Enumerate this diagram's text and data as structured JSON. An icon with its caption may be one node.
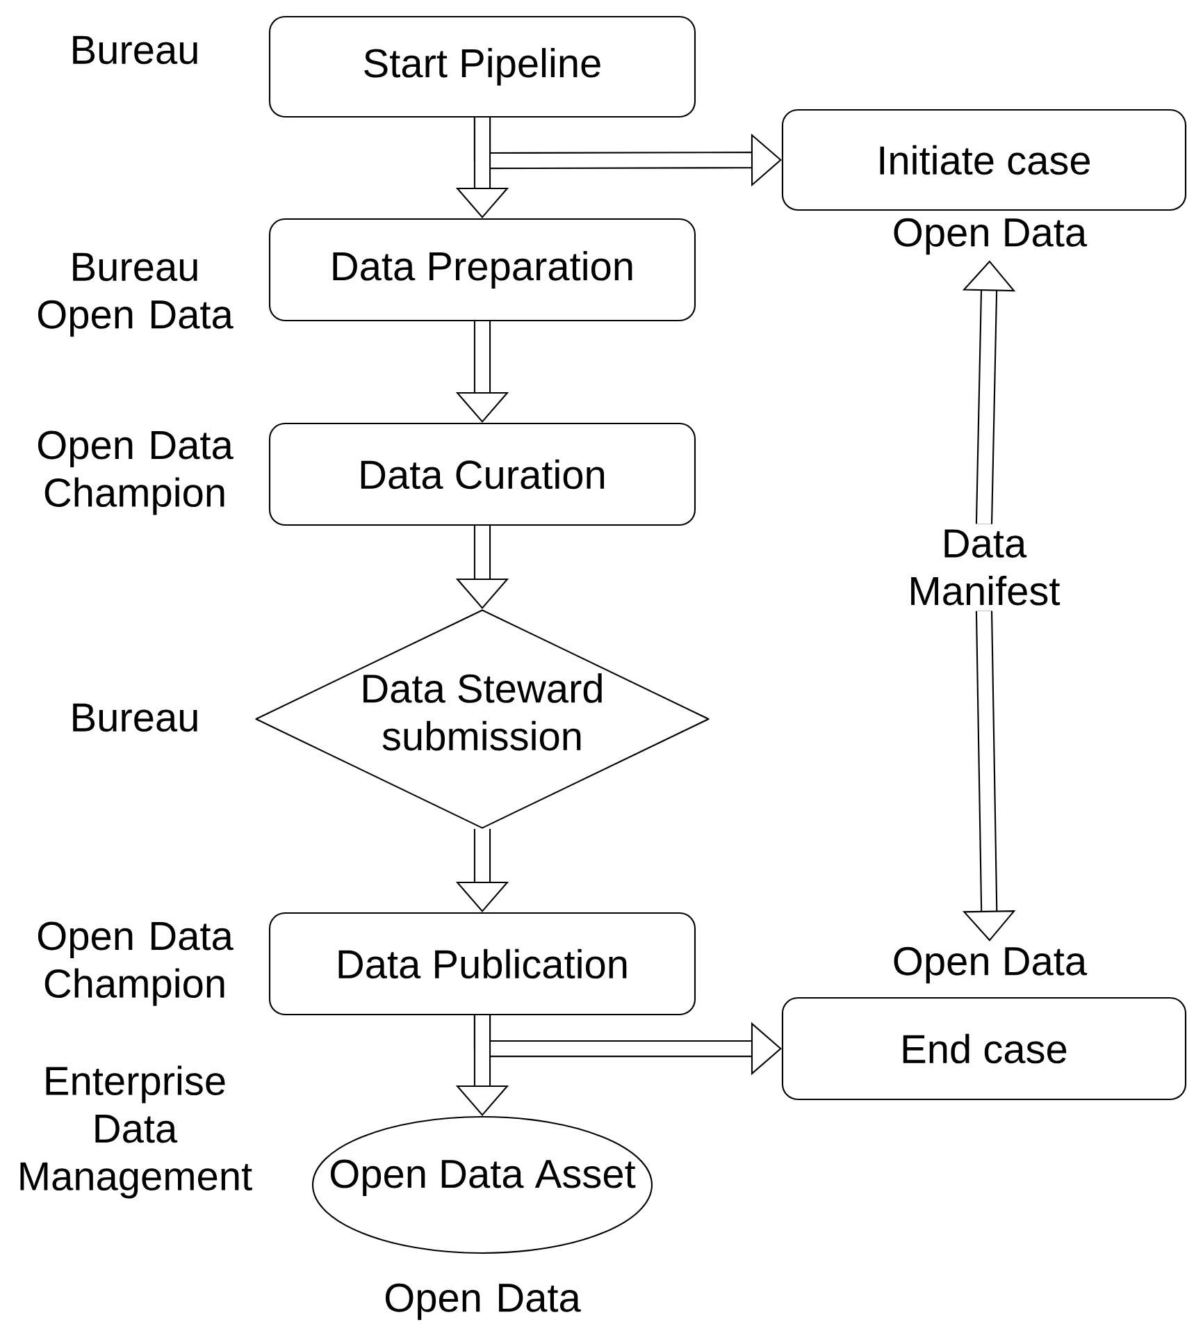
{
  "diagram": {
    "nodes": [
      {
        "text": [
          "Start Pipeline"
        ],
        "beside": [
          "Bureau"
        ]
      },
      {
        "text": [
          "Initiate case"
        ]
      },
      {
        "text": [
          "Data Preparation"
        ],
        "beside": [
          "Bureau Open Data"
        ]
      },
      {
        "text": [
          "Data Curation"
        ],
        "beside": [
          "Open Data Champion"
        ]
      },
      {
        "text": [
          "Data Steward submission"
        ],
        "beside": [
          "Bureau"
        ]
      },
      {
        "text": [
          "Data Publication"
        ],
        "beside": [
          "Open Data Champion"
        ]
      },
      {
        "text": [
          "End case"
        ]
      },
      {
        "text": [
          "Open Data Asset"
        ],
        "beside": [
          "Enterprise Data Management",
          "Open Data"
        ]
      },
      {
        "text": [
          "Data Manifest"
        ]
      },
      {
        "text": [
          "Open Data"
        ]
      },
      {
        "text": [
          "Open Data"
        ]
      }
    ],
    "edges": [
      {
        "from": 0,
        "to": 2,
        "arrow": "to"
      },
      {
        "from": 0,
        "to": 1,
        "arrow": "to"
      },
      {
        "from": 2,
        "to": 3,
        "arrow": "to"
      },
      {
        "from": 3,
        "to": 4,
        "arrow": "to"
      },
      {
        "from": 4,
        "to": 5,
        "arrow": "to"
      },
      {
        "from": 5,
        "to": 7,
        "arrow": "to"
      },
      {
        "from": 5,
        "to": 6,
        "arrow": "to"
      },
      {
        "from": 8,
        "to": 9,
        "arrow": "to"
      },
      {
        "from": 8,
        "to": 10,
        "arrow": "to"
      }
    ]
  }
}
